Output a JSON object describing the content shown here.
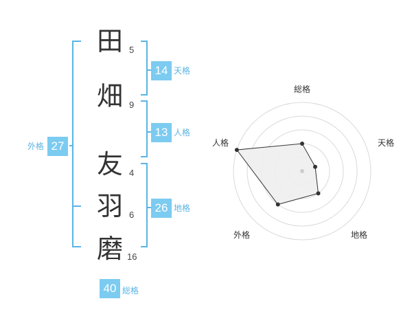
{
  "name": {
    "characters": [
      {
        "char": "田",
        "strokes": "5"
      },
      {
        "char": "畑",
        "strokes": "9"
      },
      {
        "char": "友",
        "strokes": "4"
      },
      {
        "char": "羽",
        "strokes": "6"
      },
      {
        "char": "磨",
        "strokes": "16"
      }
    ]
  },
  "fortune": {
    "tenkaku": {
      "value": "14",
      "label": "天格"
    },
    "jinkaku": {
      "value": "13",
      "label": "人格"
    },
    "chikaku": {
      "value": "26",
      "label": "地格"
    },
    "gaikaku": {
      "value": "27",
      "label": "外格"
    },
    "soukaku": {
      "value": "40",
      "label": "総格"
    }
  },
  "radar": {
    "axes": [
      "総格",
      "天格",
      "地格",
      "外格",
      "人格"
    ],
    "values": [
      2,
      1,
      2,
      3,
      5
    ],
    "max": 5,
    "colors": {
      "ring": "#d9d9d9",
      "fill": "#eeeeee",
      "line": "#333333",
      "center": "#cccccc"
    }
  },
  "colors": {
    "accent": "#7ccbf0",
    "bracket": "#5ab4e4",
    "text": "#333333"
  }
}
